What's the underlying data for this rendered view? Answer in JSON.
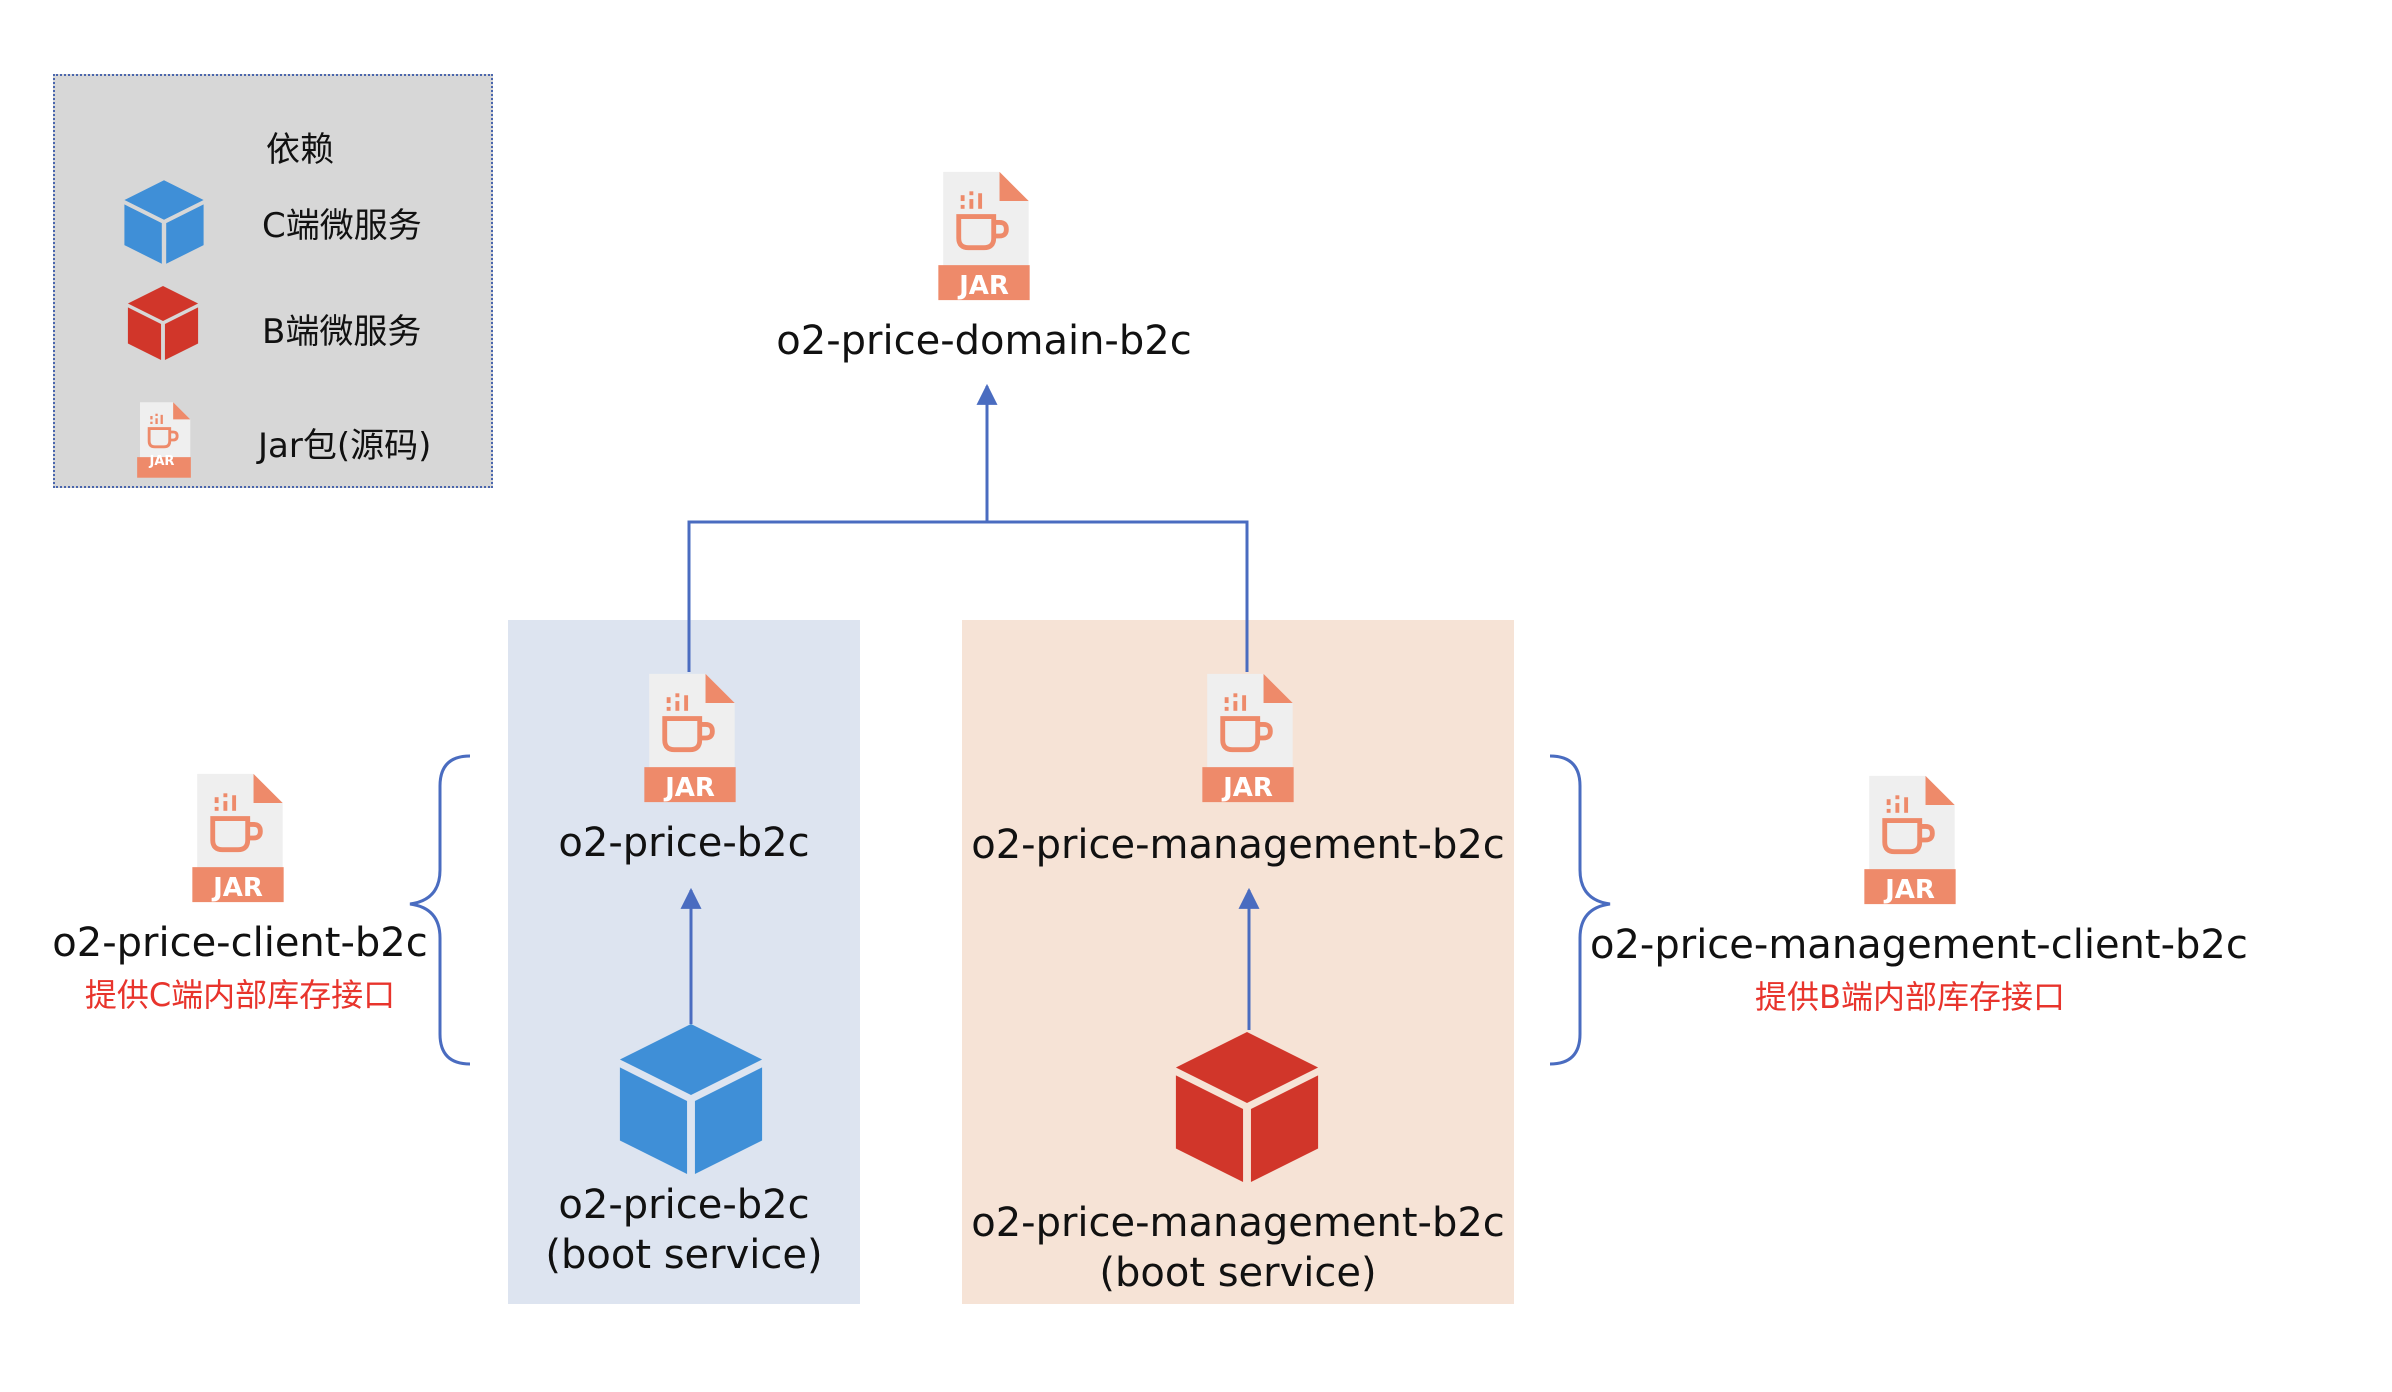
{
  "legend": {
    "dependency_label": "依赖",
    "c_service_label": "C端微服务",
    "b_service_label": "B端微服务",
    "jar_label": "Jar包(源码)"
  },
  "jar_icon_text": "JAR",
  "nodes": {
    "domain": {
      "name": "o2-price-domain-b2c"
    },
    "price_b2c": {
      "name": "o2-price-b2c"
    },
    "management_b2c": {
      "name": "o2-price-management-b2c"
    },
    "client_b2c": {
      "name": "o2-price-client-b2c",
      "note": "提供C端内部库存接口"
    },
    "management_client_b2c": {
      "name": "o2-price-management-client-b2c",
      "note": "提供B端内部库存接口"
    },
    "price_boot": {
      "name": "o2-price-b2c",
      "sub": "(boot service)"
    },
    "management_boot": {
      "name": "o2-price-management-b2c",
      "sub": "(boot service)"
    }
  },
  "colors": {
    "line": "#4a6cc0",
    "c_service": "#3f8fd7",
    "b_service": "#d1362a",
    "jar": "#ee8a6a",
    "note_red": "#e8342c",
    "panel_blue": "#dde4f0",
    "panel_orange": "#f6e3d6",
    "legend_bg": "#d7d7d7"
  }
}
